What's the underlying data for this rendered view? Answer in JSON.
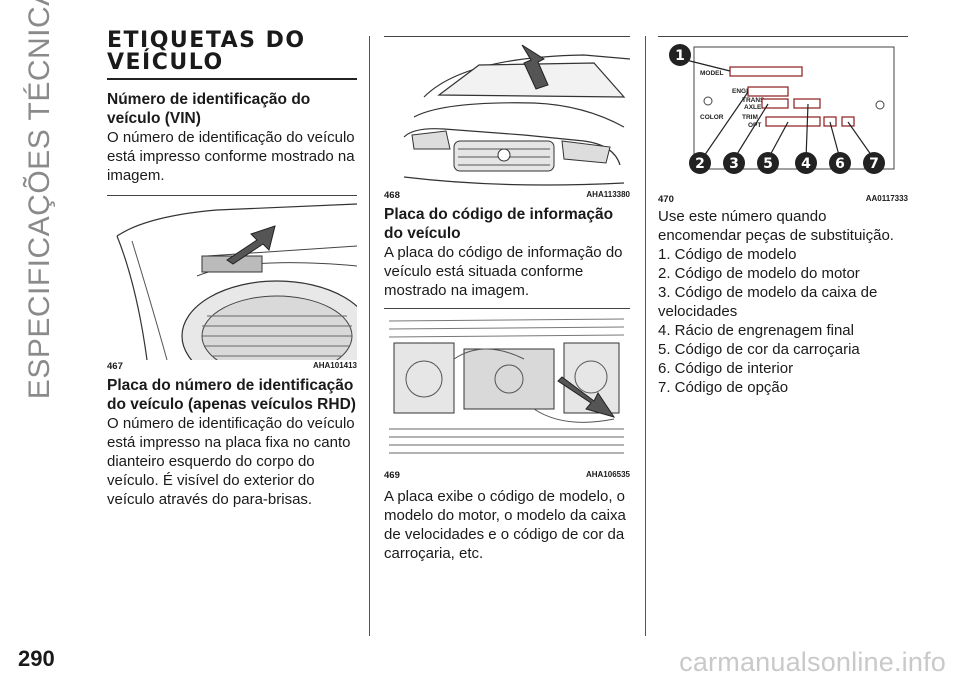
{
  "sidebar": {
    "chapter": "ESPECIFICAÇÕES TÉCNICAS"
  },
  "footer": {
    "page_number": "290",
    "watermark": "carmanualsonline.info"
  },
  "section": {
    "title_line1": "ETIQUETAS DO",
    "title_line2": "VEÍCULO"
  },
  "col1": {
    "vin_heading": "Número de identificação do veículo (VIN)",
    "vin_text": "O número de identificação do veículo está impresso conforme mostrado na imagem.",
    "fig467_number": "467",
    "fig467_code": "AHA101413",
    "rhd_heading": "Placa do número de identificação do veículo (apenas veículos RHD)",
    "rhd_text": "O número de identificação do veículo está impresso na placa fixa no canto dianteiro esquerdo do corpo do veículo. É visível do exterior do veículo através do para-brisas."
  },
  "col2": {
    "fig468_number": "468",
    "fig468_code": "AHA113380",
    "plate_heading": "Placa do código de informação do veículo",
    "plate_text": "A placa do código de informação do veículo está situada conforme mostrado na imagem.",
    "fig469_number": "469",
    "fig469_code": "AHA106535",
    "plate_desc": "A placa exibe o código de modelo, o modelo do motor, o modelo da caixa de velocidades e o código de cor da carroçaria, etc."
  },
  "col3": {
    "fig470_number": "470",
    "fig470_code": "AA0117333",
    "label_model": "MODEL",
    "label_engine": "ENGINE",
    "label_trans_1": "TRANS",
    "label_trans_2": "AXLE",
    "label_color_1": "COLOR",
    "label_color_2": "TRIM",
    "label_opt": "OPT",
    "callouts": [
      "1",
      "2",
      "3",
      "5",
      "4",
      "6",
      "7"
    ],
    "intro": "Use este número quando encomendar peças de substituição.",
    "items": [
      "1. Código de modelo",
      "2. Código de modelo do motor",
      "3. Código de modelo da caixa de velocidades",
      "4. Rácio de engrenagem final",
      "5. Código de cor da carroçaria",
      "6. Código de interior",
      "7. Código de opção"
    ]
  }
}
